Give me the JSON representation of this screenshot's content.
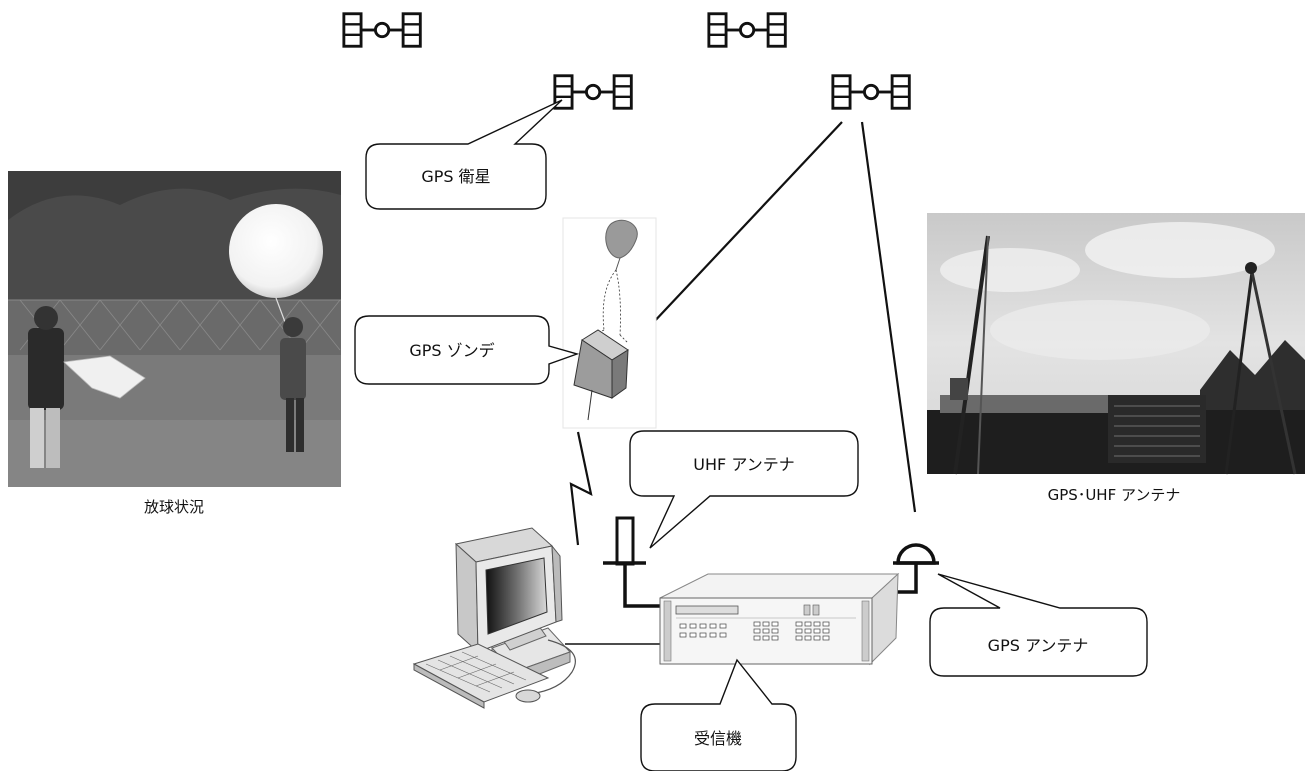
{
  "labels": {
    "gps_satellite": "GPS 衛星",
    "gps_sonde": "GPS ゾンデ",
    "uhf_antenna": "UHF アンテナ",
    "gps_antenna": "GPS アンテナ",
    "receiver": "受信機"
  },
  "captions": {
    "launch_photo": "放球状況",
    "antenna_photo": "GPS･UHF アンテナ"
  },
  "icons": [
    "satellite-icon",
    "balloon-icon",
    "radiosonde-icon",
    "uhf-antenna-icon",
    "gps-antenna-icon",
    "receiver-unit-icon",
    "computer-icon"
  ]
}
